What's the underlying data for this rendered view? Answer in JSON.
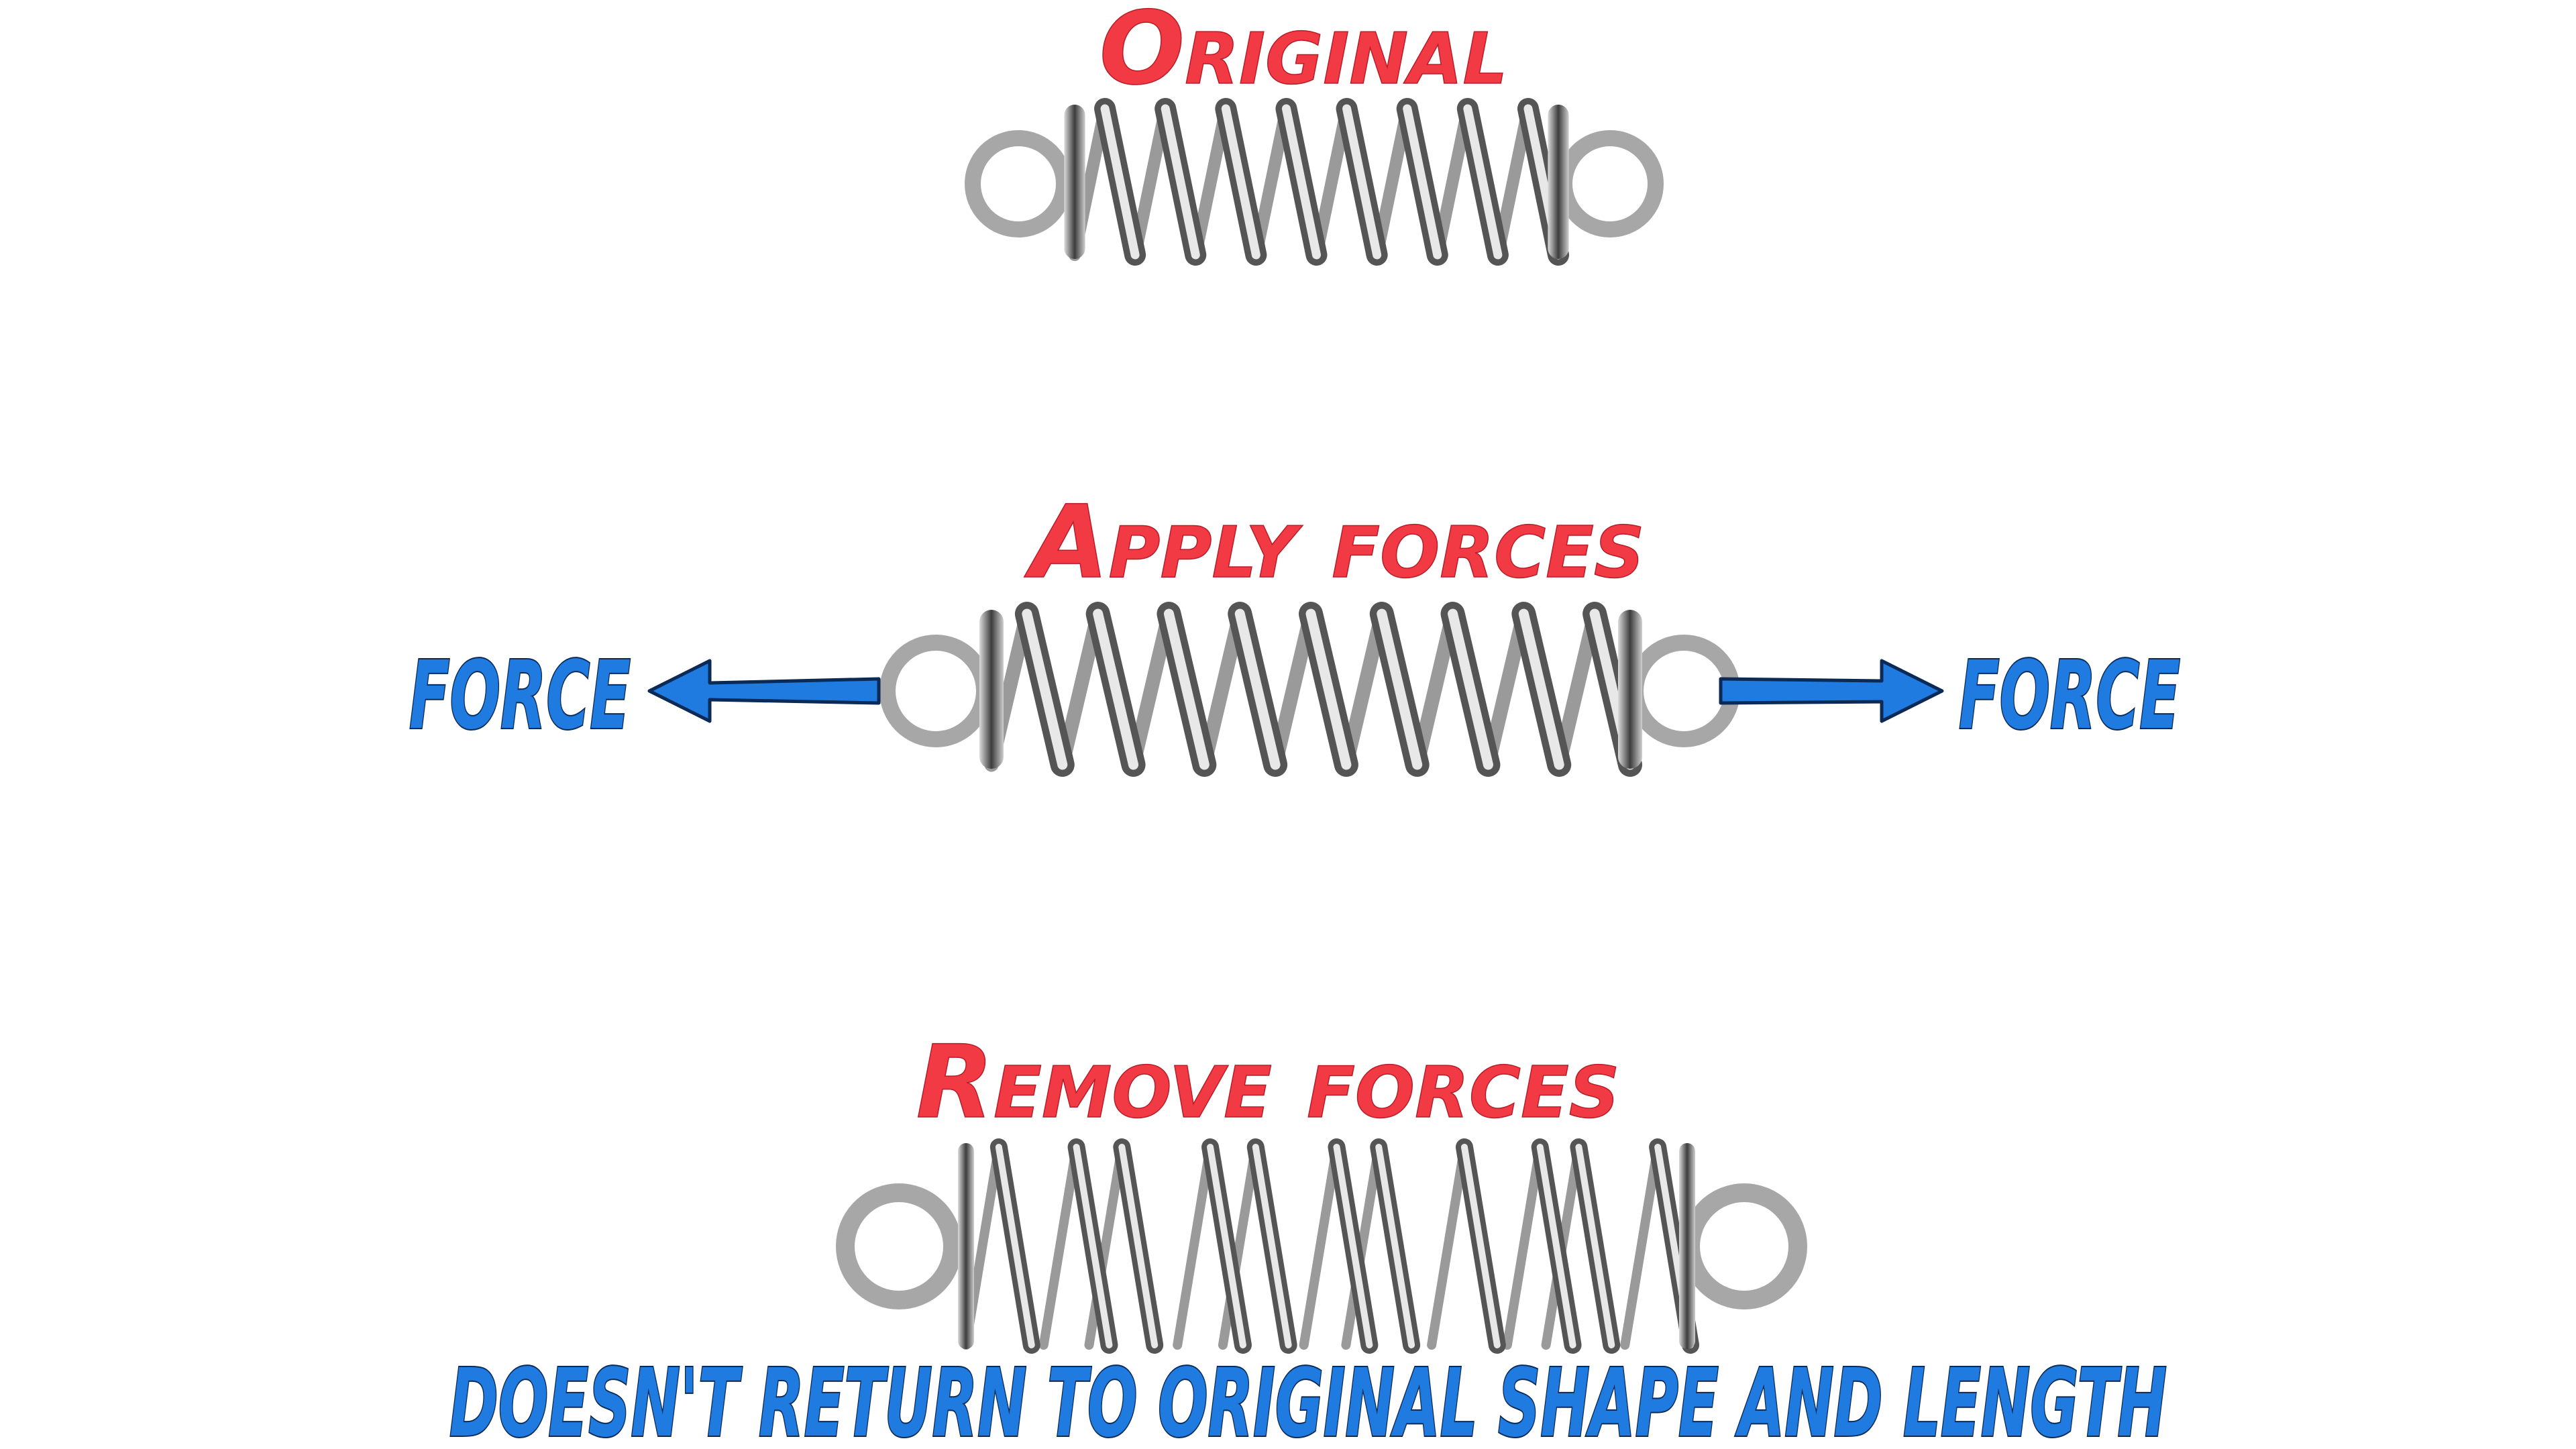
{
  "stages": {
    "original": {
      "title": "Original"
    },
    "apply": {
      "title": "Apply forces"
    },
    "remove": {
      "title": "Remove forces"
    }
  },
  "labels": {
    "force_left": "FORCE",
    "force_right": "FORCE",
    "result_caption": "DOESN'T RETURN TO ORIGINAL SHAPE AND LENGTH"
  },
  "colors": {
    "title_red": "#f23a45",
    "force_blue": "#1f7be0",
    "ring_gray": "#a7a7a7",
    "coil_dark": "#3a3a3a",
    "coil_light": "#f2f2f2"
  }
}
